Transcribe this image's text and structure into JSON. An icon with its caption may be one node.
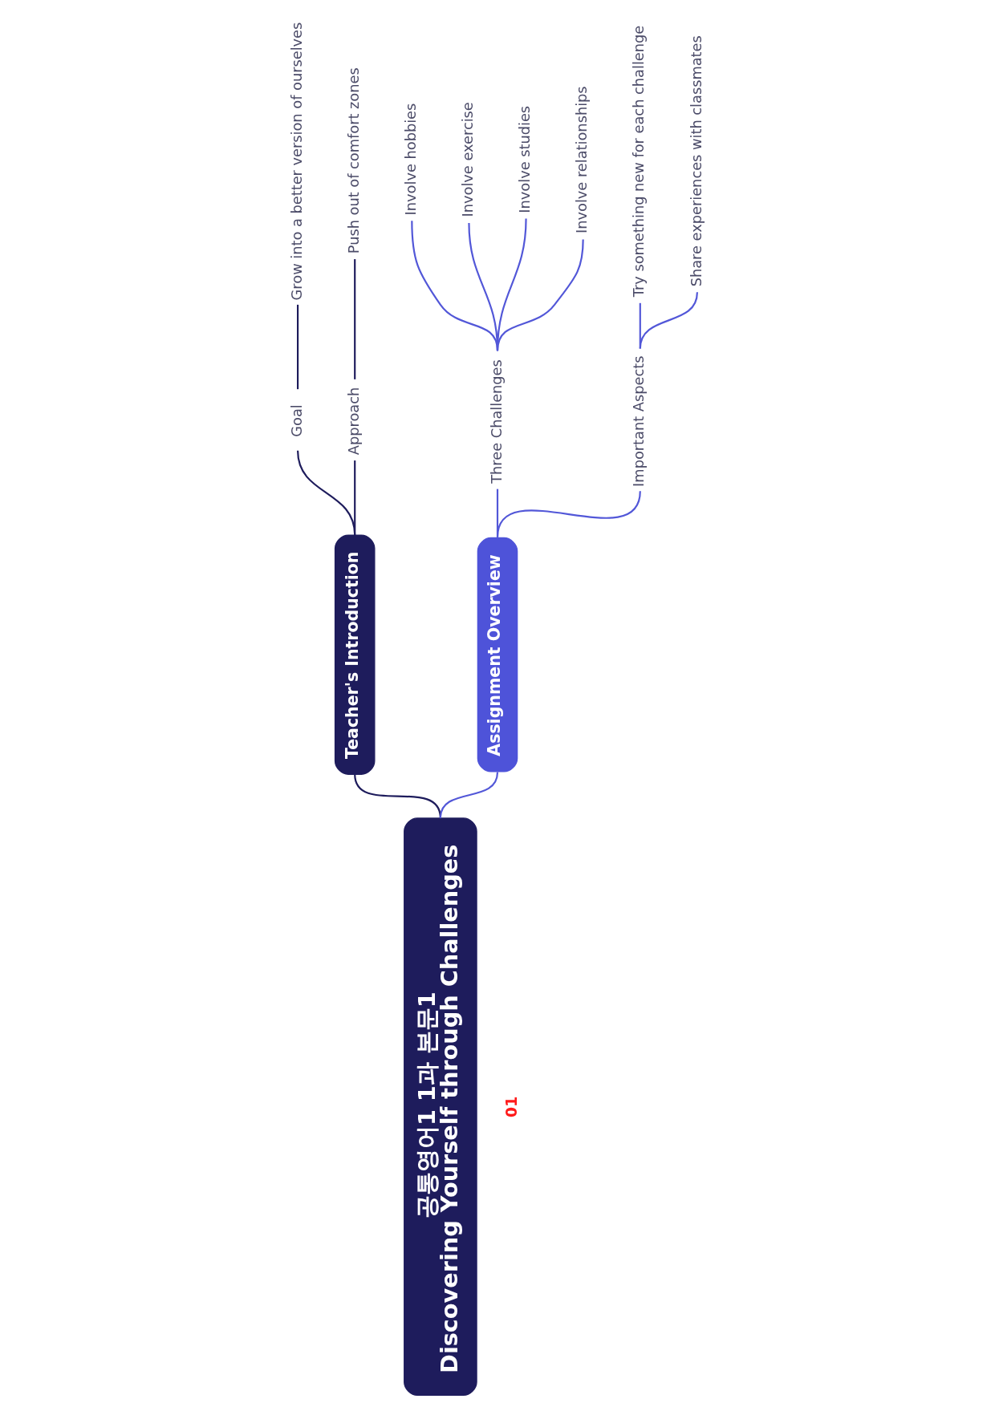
{
  "diagram": {
    "nodes": [
      {
        "text": [
          "공통영어1 1과 본문1",
          "Discovering Yourself through Challenges"
        ]
      },
      {
        "text": [
          "Teacher's Introduction"
        ]
      },
      {
        "text": [
          "Goal"
        ]
      },
      {
        "text": [
          "Grow into a better version of ourselves"
        ]
      },
      {
        "text": [
          "Approach"
        ]
      },
      {
        "text": [
          "Push out of comfort zones"
        ]
      },
      {
        "text": [
          "Assignment Overview"
        ]
      },
      {
        "text": [
          "Three Challenges"
        ]
      },
      {
        "text": [
          "Involve hobbies"
        ]
      },
      {
        "text": [
          "Involve exercise"
        ]
      },
      {
        "text": [
          "Involve studies"
        ]
      },
      {
        "text": [
          "Involve relationships"
        ]
      },
      {
        "text": [
          "Important Aspects"
        ]
      },
      {
        "text": [
          "Try something new for each challenge"
        ]
      },
      {
        "text": [
          "Share experiences with classmates"
        ]
      }
    ],
    "edges": [
      {
        "from": 0,
        "to": 1,
        "arrow": "none",
        "color": "#1e1c5c"
      },
      {
        "from": 1,
        "to": 2,
        "arrow": "none",
        "color": "#1e1c5c"
      },
      {
        "from": 2,
        "to": 3,
        "arrow": "none",
        "color": "#1e1c5c"
      },
      {
        "from": 1,
        "to": 4,
        "arrow": "none",
        "color": "#1e1c5c"
      },
      {
        "from": 4,
        "to": 5,
        "arrow": "none",
        "color": "#1e1c5c"
      },
      {
        "from": 0,
        "to": 6,
        "arrow": "none"
      },
      {
        "from": 6,
        "to": 7,
        "arrow": "none"
      },
      {
        "from": 7,
        "to": 8,
        "arrow": "none"
      },
      {
        "from": 7,
        "to": 9,
        "arrow": "none"
      },
      {
        "from": 7,
        "to": 10,
        "arrow": "none"
      },
      {
        "from": 7,
        "to": 11,
        "arrow": "none"
      },
      {
        "from": 6,
        "to": 12,
        "arrow": "none"
      },
      {
        "from": 12,
        "to": 13,
        "arrow": "none"
      },
      {
        "from": 12,
        "to": 14,
        "arrow": "none"
      }
    ],
    "labels": [
      "01"
    ]
  }
}
